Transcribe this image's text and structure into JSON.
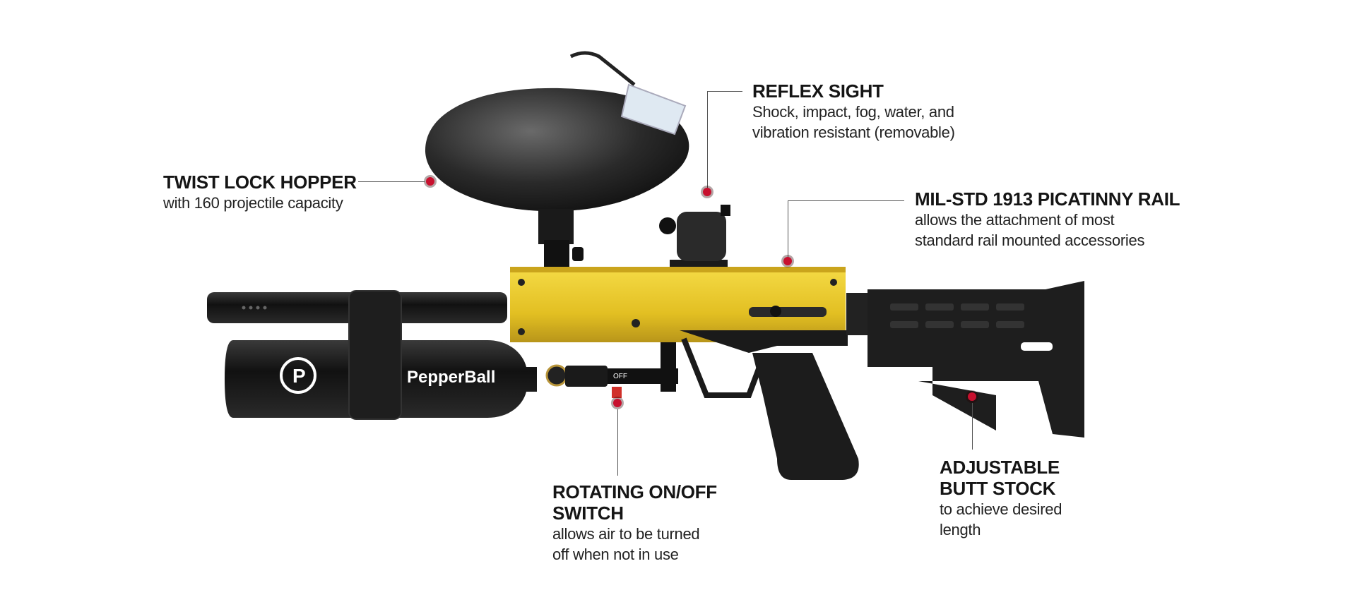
{
  "callouts": {
    "hopper": {
      "title": "TWIST LOCK HOPPER",
      "lines": [
        "with 160 projectile capacity"
      ]
    },
    "sight": {
      "title": "REFLEX SIGHT",
      "lines": [
        "Shock, impact, fog, water, and",
        "vibration resistant (removable)"
      ]
    },
    "rail": {
      "title": "MIL-STD 1913 PICATINNY RAIL",
      "lines": [
        "allows the attachment of most",
        "standard rail mounted accessories"
      ]
    },
    "switch": {
      "title_lines": [
        "ROTATING ON/OFF",
        "SWITCH"
      ],
      "lines": [
        "allows air to be turned",
        "off when not in use"
      ]
    },
    "stock": {
      "title_lines": [
        "ADJUSTABLE",
        "BUTT STOCK"
      ],
      "lines": [
        "to achieve desired",
        "length"
      ]
    }
  },
  "product": {
    "tank_logo": "PepperBall",
    "valve_label": "OFF"
  },
  "colors": {
    "accent_dot": "#c8102e",
    "receiver": "#e8c72a",
    "body": "#1b1b1b"
  }
}
